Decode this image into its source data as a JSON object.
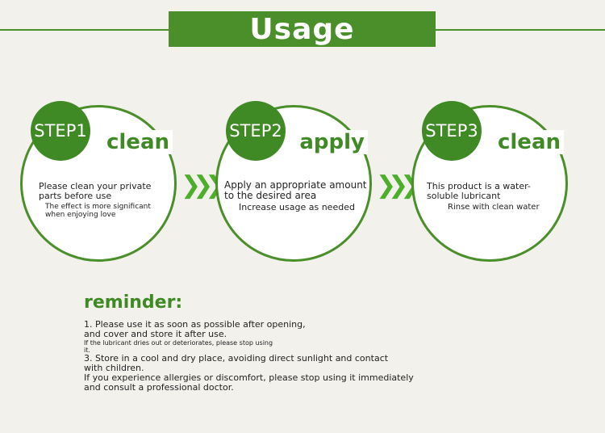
{
  "header": {
    "title": "Usage"
  },
  "steps": [
    {
      "badge": "STEP1",
      "verb": "clean",
      "description": "Please clean your private parts before use",
      "note": "The effect is more significant when enjoying love"
    },
    {
      "badge": "STEP2",
      "verb": "apply",
      "description": "Apply an appropriate amount to the desired area",
      "note": "Increase usage as needed"
    },
    {
      "badge": "STEP3",
      "verb": "clean",
      "description": "This product is a water-soluble lubricant",
      "note": "Rinse with clean water"
    }
  ],
  "arrows": {
    "symbol": "❯❯❯"
  },
  "reminder": {
    "title": "reminder:",
    "line1": "1. Please use it as soon as possible after opening,",
    "line2": "and cover and store it after use.",
    "line3": "If the lubricant dries out or deteriorates, please stop using",
    "line4": "it.",
    "line5": "3. Store in a cool and dry place, avoiding direct sunlight and contact",
    "line6": "with children.",
    "line7": "If you experience allergies or discomfort, please stop using it immediately",
    "line8": "and consult a professional doctor."
  },
  "colors": {
    "accent": "#4a8f2a",
    "badge": "#3f8a24",
    "background": "#f2f1ec"
  }
}
